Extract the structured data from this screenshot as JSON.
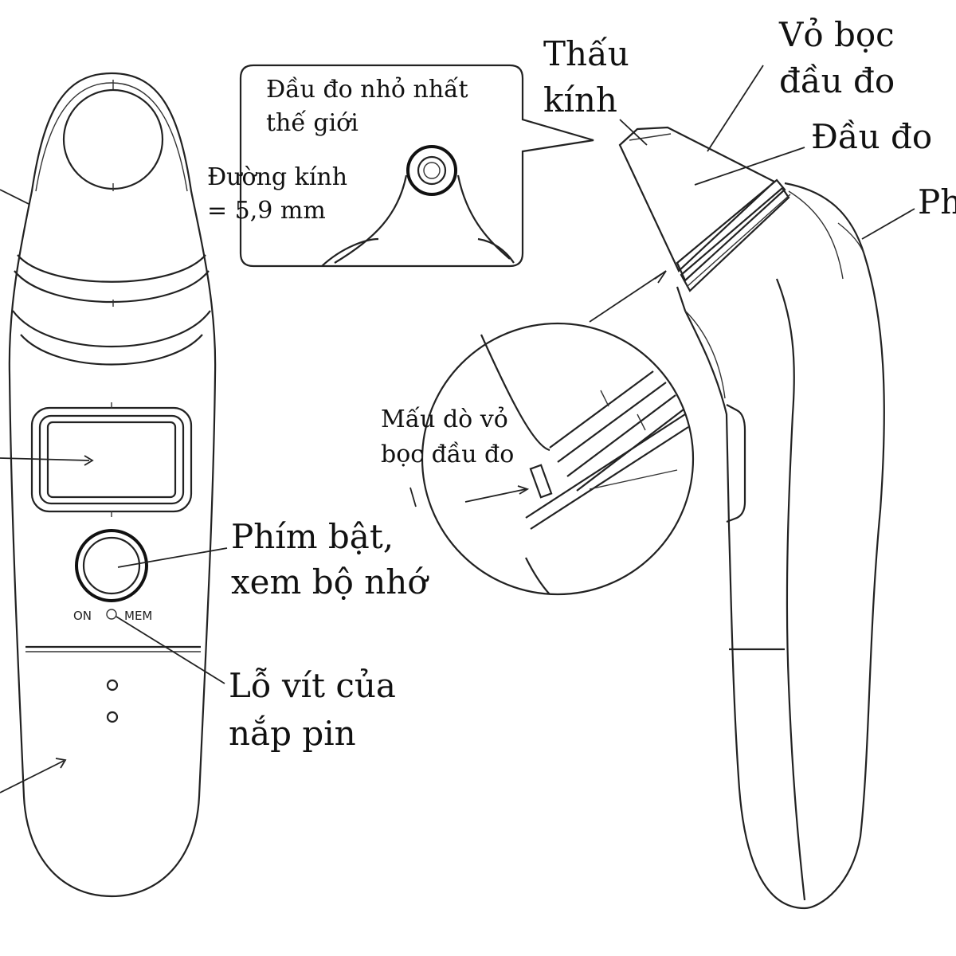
{
  "labels": {
    "lens": [
      "Thấu",
      "kính"
    ],
    "probe_cover": [
      "Vỏ bọc",
      "đầu đo"
    ],
    "probe": "Đầu đo",
    "side_key_partial": "Ph",
    "callout_title": [
      "Đầu đo nhỏ nhất",
      "thế giới"
    ],
    "callout_diameter": [
      "Đường kính",
      "= 5,9 mm"
    ],
    "cover_detector": [
      "Mấu dò vỏ",
      "bọc đầu đo"
    ],
    "power_key": [
      "Phím bật,",
      "xem bộ nhớ"
    ],
    "battery_screw": [
      "Lỗ vít của",
      "nắp  pin"
    ],
    "button_on": "ON",
    "button_mem": "MEM"
  }
}
